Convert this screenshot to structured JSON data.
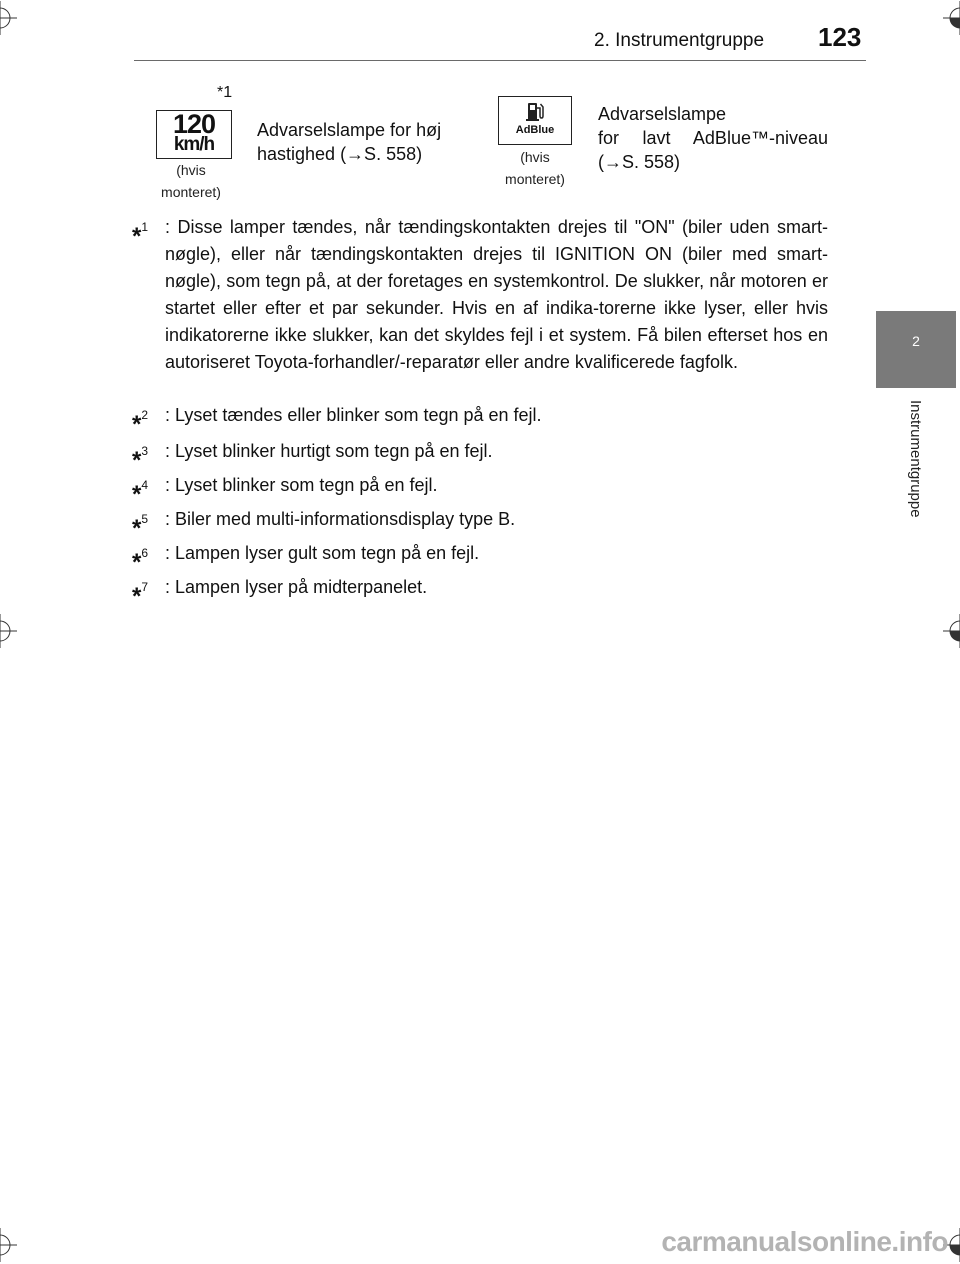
{
  "header": {
    "section_title": "2. Instrumentgruppe",
    "page_number": "123"
  },
  "side_tab": {
    "chapter_number": "2",
    "chapter_title": "Instrumentgruppe"
  },
  "icons": {
    "speed": {
      "line1": "120",
      "line2": "km/h",
      "footnote_mark": "*1",
      "caption_line1": "(hvis",
      "caption_line2": "monteret)",
      "description_line1": "Advarselslampe for høj",
      "description_line2": "hastighed (→S. 558)"
    },
    "adblue": {
      "label": "AdBlue",
      "caption_line1": "(hvis",
      "caption_line2": "monteret)",
      "description_line1": "Advarselslampe",
      "description_line2": "for lavt AdBlue™-niveau",
      "description_line3": "(→S. 558)"
    }
  },
  "footnotes": [
    {
      "star": "*",
      "num": "1",
      "text": ": Disse lamper tændes, når tændingskontakten drejes til \"ON\" (biler uden smart-nøgle), eller når tændingskontakten drejes til IGNITION ON (biler med smart-nøgle), som tegn på, at der foretages en systemkontrol. De slukker, når motoren er startet eller efter et par sekunder. Hvis en af indika-torerne ikke lyser, eller hvis indikatorerne ikke slukker, kan det skyldes fejl i et system. Få bilen efterset hos en autoriseret Toyota-forhandler/-reparatør eller andre kvalificerede fagfolk."
    },
    {
      "star": "*",
      "num": "2",
      "text": ": Lyset tændes eller blinker som tegn på en fejl."
    },
    {
      "star": "*",
      "num": "3",
      "text": ": Lyset blinker hurtigt som tegn på en fejl."
    },
    {
      "star": "*",
      "num": "4",
      "text": ": Lyset blinker som tegn på en fejl."
    },
    {
      "star": "*",
      "num": "5",
      "text": ": Biler med multi-informationsdisplay type B."
    },
    {
      "star": "*",
      "num": "6",
      "text": ": Lampen lyser gult som tegn på en fejl."
    },
    {
      "star": "*",
      "num": "7",
      "text": ": Lampen lyser på midterpanelet."
    }
  ],
  "watermark": "carmanualsonline.info"
}
